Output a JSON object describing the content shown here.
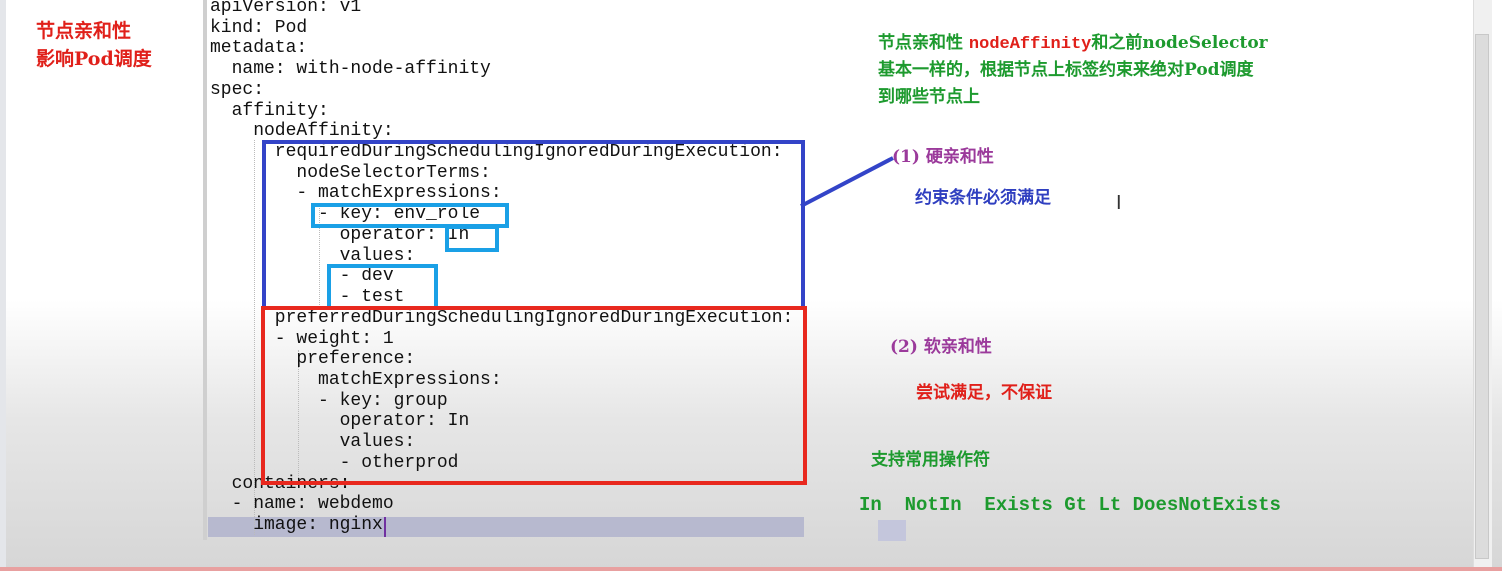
{
  "side": {
    "line1": "节点亲和性",
    "line2": "影响Pod调度"
  },
  "code_lines": [
    "apiVersion: v1",
    "kind: Pod",
    "metadata:",
    "  name: with-node-affinity",
    "spec:",
    "  affinity:",
    "    nodeAffinity:",
    "      requiredDuringSchedulingIgnoredDuringExecution:",
    "        nodeSelectorTerms:",
    "        - matchExpressions:",
    "          - key: env_role",
    "            operator: In",
    "            values:",
    "            - dev",
    "            - test",
    "      preferredDuringSchedulingIgnoredDuringExecution:",
    "      - weight: 1",
    "        preference:",
    "          matchExpressions:",
    "          - key: group",
    "            operator: In",
    "            values:",
    "            - otherprod",
    "  containers:",
    "  - name: webdemo",
    "    image: nginx"
  ],
  "notes": {
    "intro_a": "节点亲和性 ",
    "intro_b": "nodeAffinity",
    "intro_c": "和之前nodeSelector",
    "intro_line2": "基本一样的，根据节点上标签约束来绝对Pod调度",
    "intro_line3": "到哪些节点上",
    "hard_title": "(1) 硬亲和性",
    "hard_desc": "约束条件必须满足",
    "soft_title": "(2) 软亲和性",
    "soft_desc": "尝试满足，不保证",
    "ops_title": "支持常用操作符",
    "ops_list": "In  NotIn  Exists Gt Lt DoesNotExists"
  },
  "colors": {
    "hard_box": "#3344c8",
    "soft_box": "#e8281e",
    "field_box": "#1aa0e6",
    "note_green": "#1d9a2e",
    "note_purple": "#9b3a9b"
  }
}
